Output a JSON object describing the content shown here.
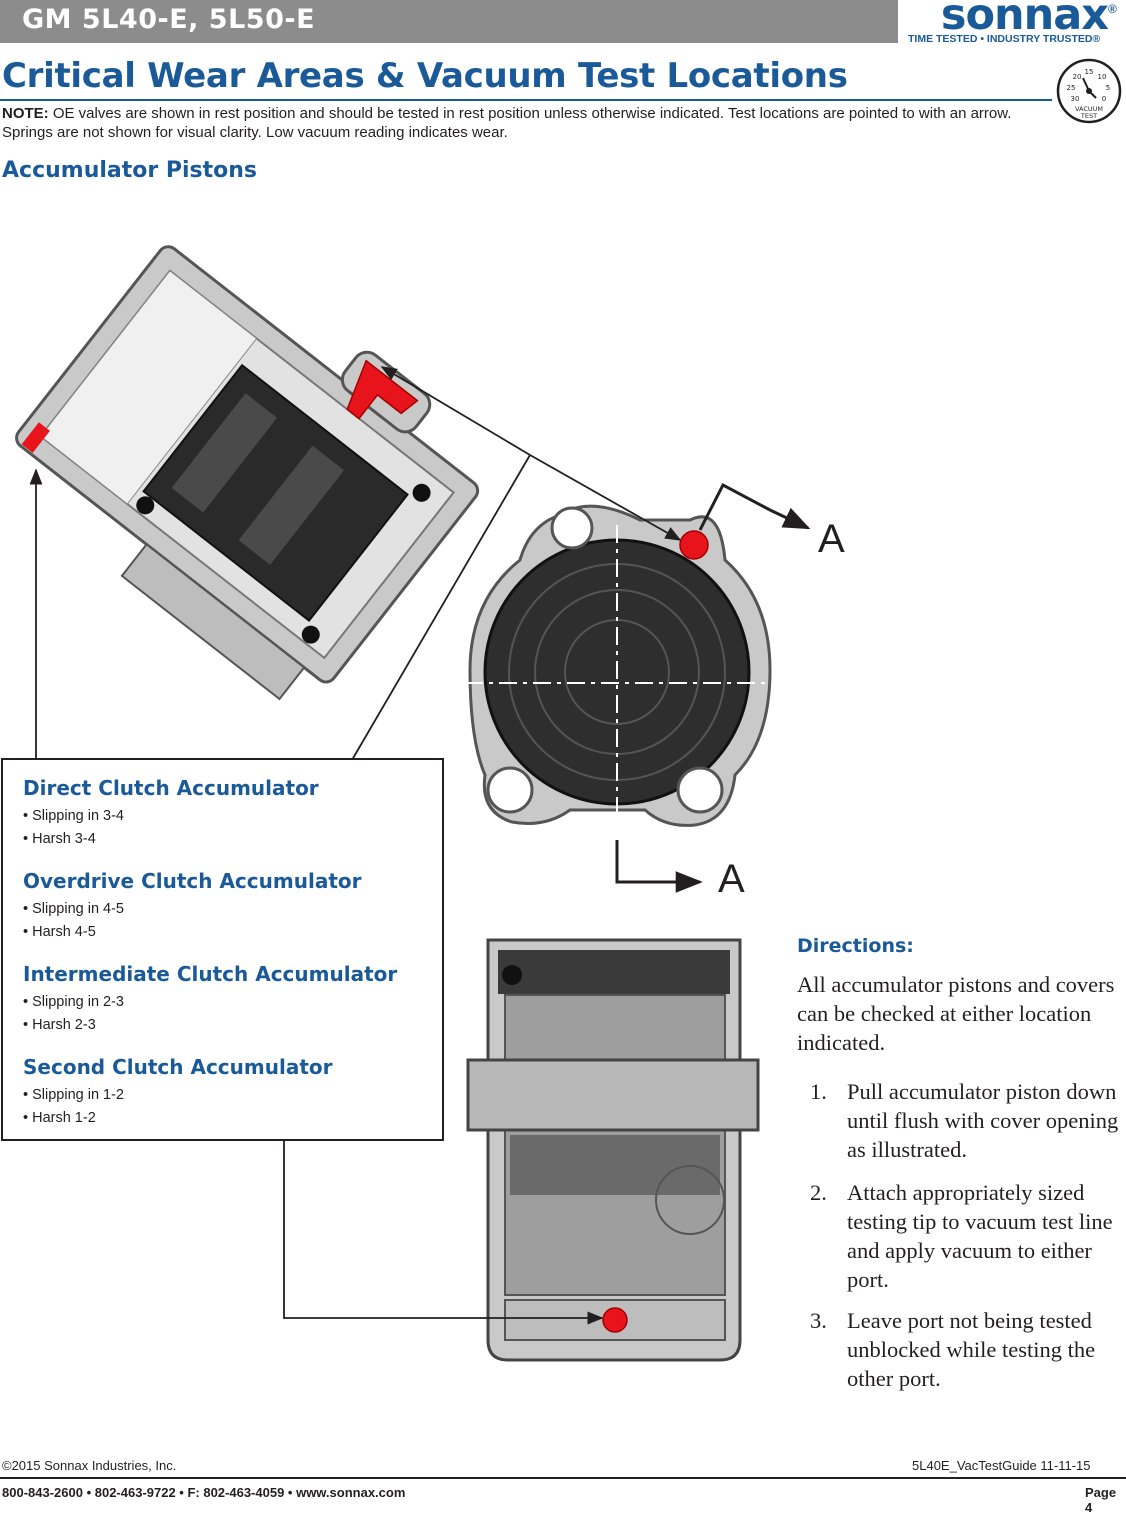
{
  "header": {
    "title": "GM 5L40-E, 5L50-E",
    "logo_word": "sonnax",
    "logo_reg": "®",
    "logo_tagline": "TIME TESTED • INDUSTRY TRUSTED®"
  },
  "page_title": "Critical Wear Areas & Vacuum Test Locations",
  "note": {
    "label": "NOTE:",
    "text": " OE valves are shown in rest position and should be tested in rest position unless otherwise indicated. Test locations are pointed to with an arrow. Springs are not shown for visual clarity. Low vacuum reading indicates wear."
  },
  "gauge": {
    "ticks": [
      "15",
      "20",
      "10",
      "25",
      "5",
      "30",
      "0"
    ],
    "label_top": "VACUUM",
    "label_bottom": "TEST"
  },
  "section_heading": "Accumulator Pistons",
  "diagram": {
    "section_label_top": "A",
    "section_label_bottom": "A"
  },
  "callout": {
    "groups": [
      {
        "title": "Direct Clutch Accumulator",
        "items": [
          "• Slipping in 3-4",
          "• Harsh 3-4"
        ]
      },
      {
        "title": "Overdrive Clutch Accumulator",
        "items": [
          "• Slipping in 4-5",
          "• Harsh 4-5"
        ]
      },
      {
        "title": "Intermediate Clutch Accumulator",
        "items": [
          "• Slipping in 2-3",
          "• Harsh 2-3"
        ]
      },
      {
        "title": "Second Clutch Accumulator",
        "items": [
          "• Slipping in 1-2",
          "• Harsh 1-2"
        ]
      }
    ]
  },
  "directions": {
    "heading": "Directions:",
    "intro": "All accumulator pistons and covers can be checked at either location indicated.",
    "steps": [
      {
        "num": "1.",
        "text": "Pull accumulator piston down until flush with cover opening as illustrated."
      },
      {
        "num": "2.",
        "text": "Attach appropriately sized testing tip to vacuum test line and apply vacuum to either port."
      },
      {
        "num": "3.",
        "text": "Leave port not being tested unblocked while testing the other port."
      }
    ]
  },
  "footer": {
    "copyright": "©2015 Sonnax Industries, Inc.",
    "doc_id": "5L40E_VacTestGuide    11-11-15",
    "contact": "800-843-2600 • 802-463-9722 • F: 802-463-4059 • www.sonnax.com",
    "page": "Page 4"
  },
  "colors": {
    "brand_blue": "#1a5a99",
    "header_gray": "#8c8c8c",
    "wear_red": "#e8141c"
  }
}
